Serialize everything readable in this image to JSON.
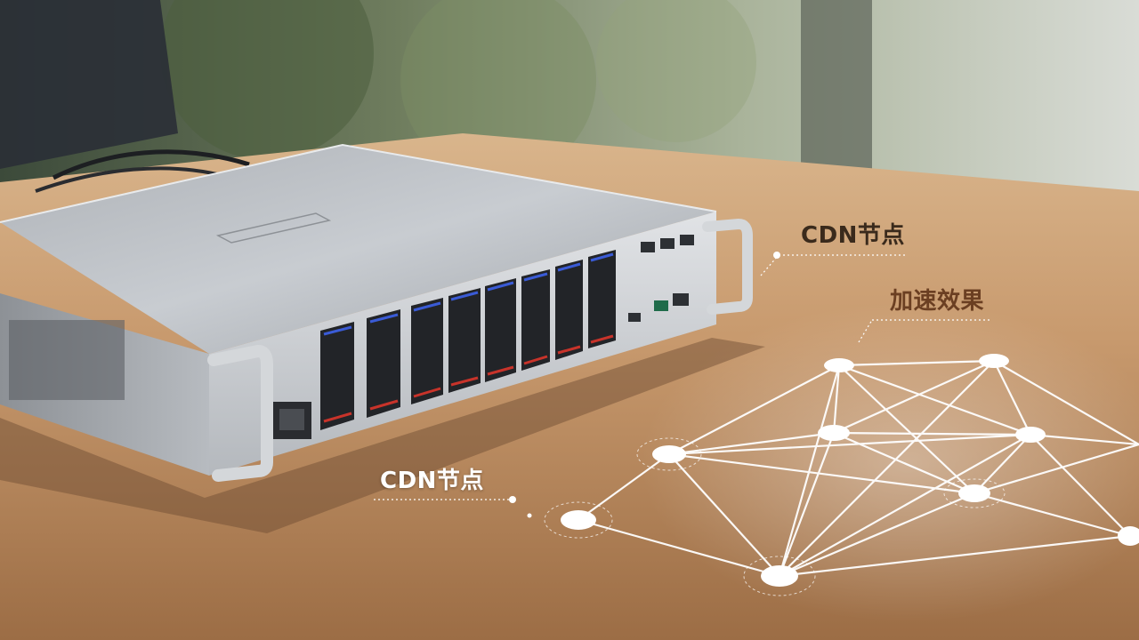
{
  "labels": {
    "cdn_node_top": "CDN节点",
    "acceleration_effect": "加速效果",
    "cdn_node_left": "CDN节点"
  },
  "colors": {
    "label_dark": "#3a2a1c",
    "label_brown": "#6b3f22",
    "label_light": "#ffffff",
    "network_line": "#ffffff",
    "table_wood": "#c89a6e",
    "server_silver": "#c9ccd0"
  },
  "icons": [
    "server-icon",
    "network-graph-icon",
    "ethernet-port-icon"
  ]
}
